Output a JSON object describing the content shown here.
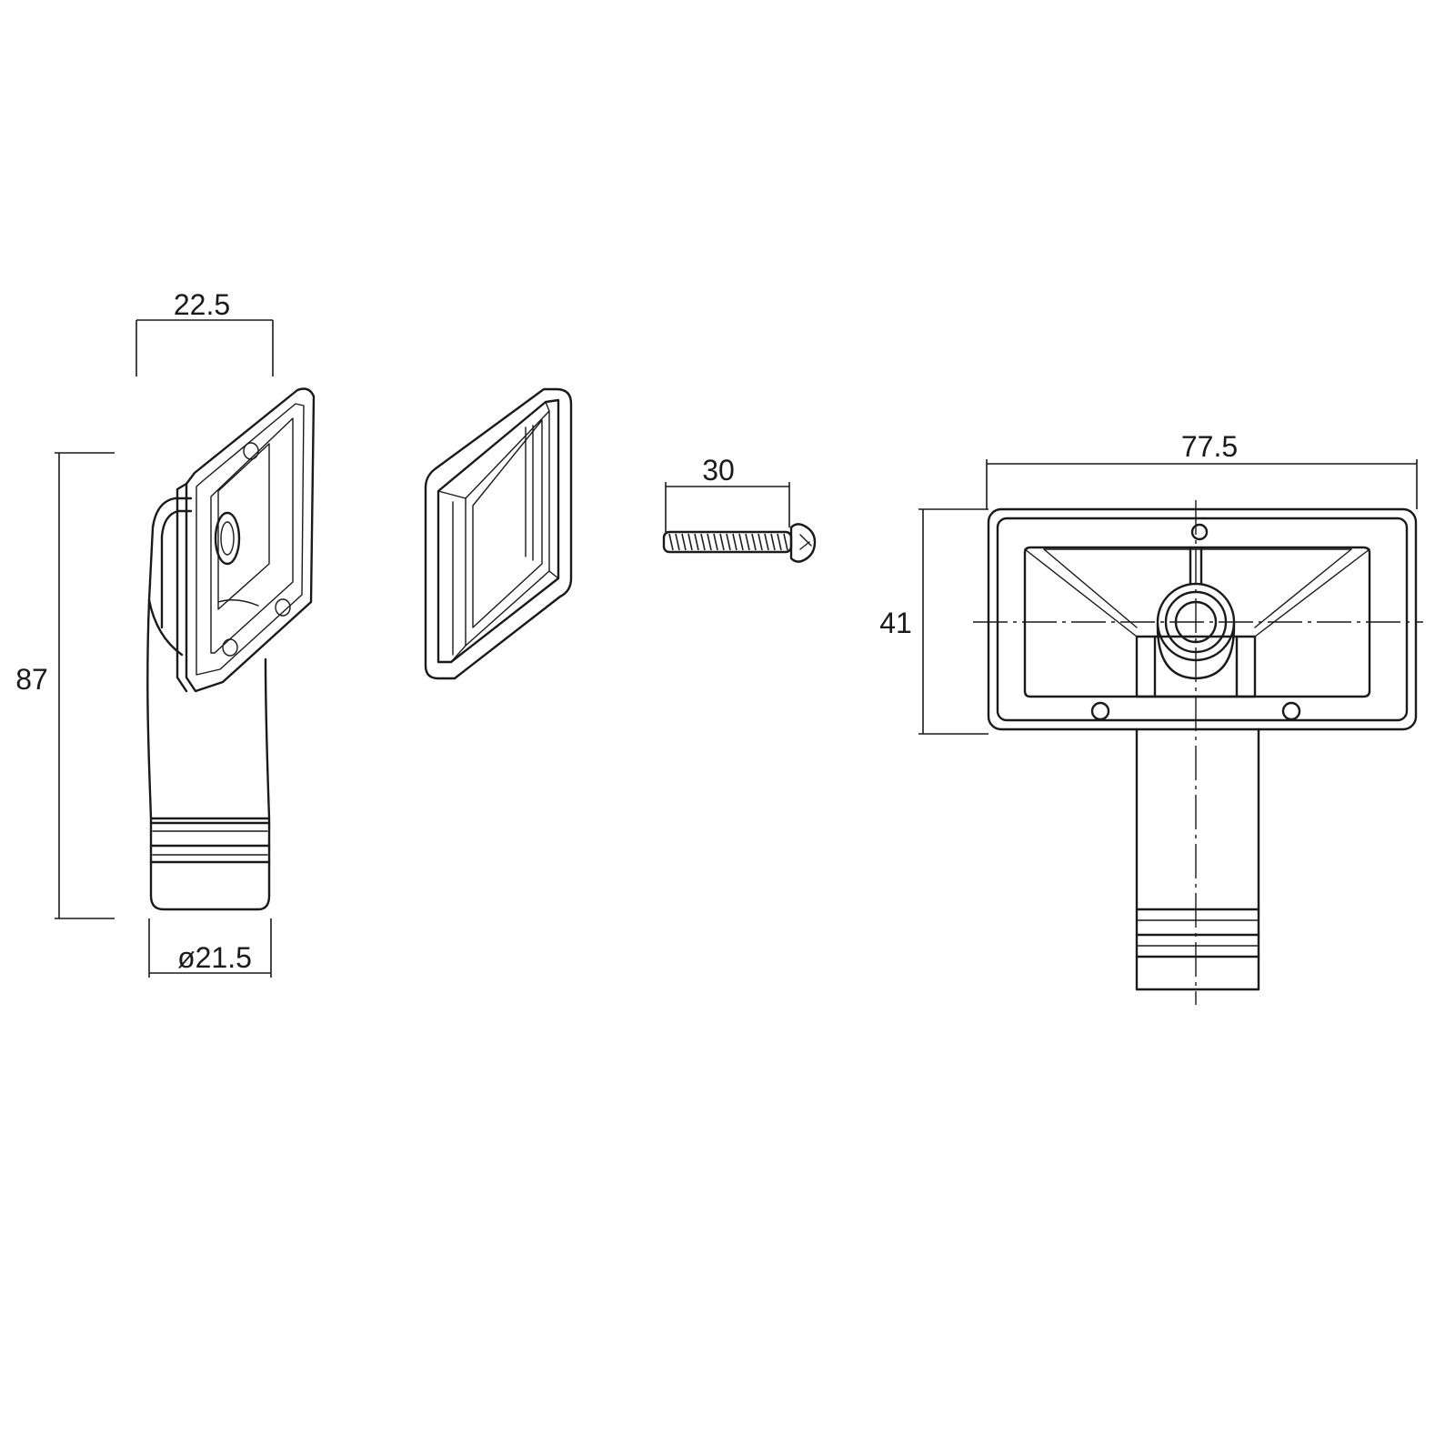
{
  "dimensions": {
    "side_width": "22.5",
    "side_height": "87",
    "pipe_diameter": "ø21.5",
    "screw_length": "30",
    "front_width": "77.5",
    "front_height": "41"
  }
}
